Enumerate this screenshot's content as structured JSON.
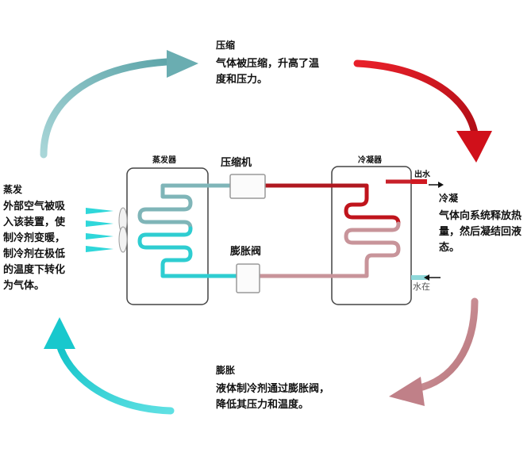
{
  "compression": {
    "title": "压缩",
    "text": "气体被压缩，升高了温\n度和压力。"
  },
  "condensation": {
    "title": "冷凝",
    "text": "气体向系统释放热\n量，然后凝结回液\n态。"
  },
  "expansion": {
    "title": "膨胀",
    "text": "液体制冷剂通过膨胀阀，\n降低其压力和温度。"
  },
  "evaporation": {
    "title": "蒸发",
    "text": "外部空气被吸\n入该装置，使\n制冷剂变暖，\n制冷剂在极低\n的温度下转化\n为气体。"
  },
  "components": {
    "evaporator": "蒸发器",
    "compressor": "压缩机",
    "condenser": "冷凝器",
    "expansion_valve": "膨胀阀",
    "water_out": "出水",
    "water_in": "水在"
  },
  "colors": {
    "arrow_teal_light": "#8cc5c8",
    "arrow_red": "#d2101a",
    "arrow_pink": "#c68a90",
    "arrow_cyan": "#22d0d4",
    "pipe_red": "#b01820",
    "pipe_pink": "#c8949a",
    "pipe_teal": "#7fb5b8",
    "pipe_cyan": "#2ecdd1"
  }
}
